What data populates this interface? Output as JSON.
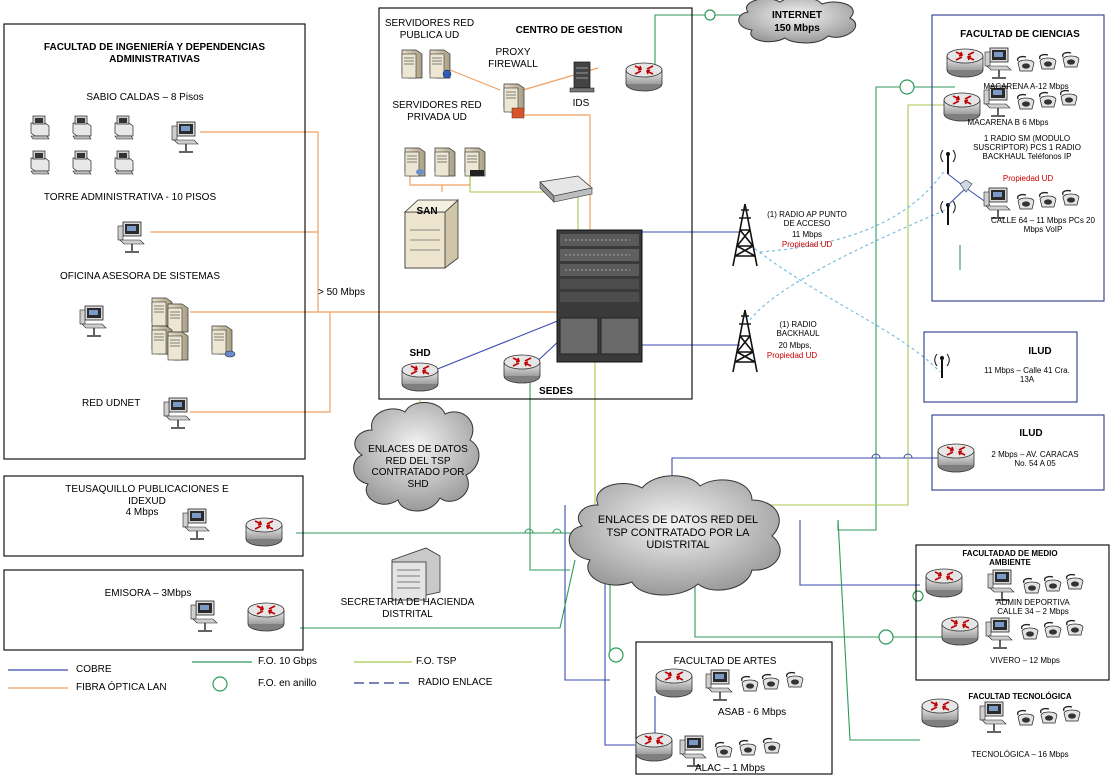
{
  "colors": {
    "copper": "#3b4bb0",
    "fiber_lan": "#f0a060",
    "fo_10g": "#2e9a5a",
    "fo_tsp": "#a8c850",
    "radio": "#6fb8e0",
    "box": "#2b3a8c"
  },
  "ingenieria": {
    "title": "FACULTAD DE INGENIERÍA Y DEPENDENCIAS ADMINISTRATIVAS",
    "sabio": "SABIO CALDAS – 8 Pisos",
    "torre": "TORRE ADMINISTRATIVA  - 10 PISOS",
    "oficina": "OFICINA ASESORA DE SISTEMAS",
    "udnet": "RED UDNET"
  },
  "speed_50": "> 50 Mbps",
  "gestion": {
    "title": "CENTRO DE GESTION",
    "srv_publica": "SERVIDORES RED PUBLICA UD",
    "proxy": "PROXY FIREWALL",
    "ids": "IDS",
    "srv_privada": "SERVIDORES RED PRIVADA UD",
    "san": "SAN",
    "shd": "SHD",
    "sedes": "SEDES"
  },
  "internet": {
    "name": "INTERNET",
    "speed": "150 Mbps"
  },
  "radio_ap": {
    "line1": "(1) RADIO AP PUNTO DE ACCESO",
    "line2": "11 Mbps",
    "owner": "Propiedad UD"
  },
  "radio_bh": {
    "line1": "(1) RADIO BACKHAUL",
    "line2": "20 Mbps,",
    "owner": "Propiedad UD"
  },
  "ciencias": {
    "title": "FACULTAD DE CIENCIAS",
    "macarena_a": "MACARENA A-12 Mbps",
    "macarena_b": "MACARENA B  6 Mbps",
    "radio_text": "1 RADIO SM (MODULO SUSCRIPTOR) PCS 1 RADIO BACKHAUL Teléfonos IP",
    "owner": "Propiedad  UD",
    "calle64": "CALLE 64 – 11 Mbps PCs 20 Mbps VoIP"
  },
  "ilud1": {
    "title": "ILUD",
    "text": "11 Mbps – Calle 41 Cra. 13A"
  },
  "ilud2": {
    "title": "ILUD",
    "text": "2 Mbps – AV. CARACAS No. 54 A 05"
  },
  "teusaquillo": {
    "name": "TEUSAQUILLO PUBLICACIONES E IDEXUD",
    "speed": "4 Mbps"
  },
  "emisora": {
    "name": "EMISORA – 3Mbps"
  },
  "cloud_shd": "ENLACES DE DATOS RED DEL TSP CONTRATADO POR SHD",
  "cloud_tsp": "ENLACES DE DATOS RED DEL TSP CONTRATADO POR LA UDISTRITAL",
  "hacienda": "SECRETARIA DE HACIENDA DISTRITAL",
  "ambiente": {
    "title": "FACULTADAD DE MEDIO AMBIENTE",
    "admin": "ADMIN DEPORTIVA CALLE 34 – 2 Mbps",
    "vivero": "VIVERO – 12 Mbps"
  },
  "tecnologica": {
    "title": "FACULTAD TECNOLÓGICA",
    "text": "TECNOLÓGICA – 16 Mbps"
  },
  "artes": {
    "title": "FACULTAD DE ARTES",
    "asab": "ASAB  - 6 Mbps",
    "alac": "ALAC – 1 Mbps"
  },
  "legend": {
    "cobre": "COBRE",
    "fibra_lan": "FIBRA ÓPTICA LAN",
    "fo10": "F.O. 10 Gbps",
    "anillo": "F.O. en anillo",
    "tsp": "F.O. TSP",
    "radio": "RADIO ENLACE"
  }
}
